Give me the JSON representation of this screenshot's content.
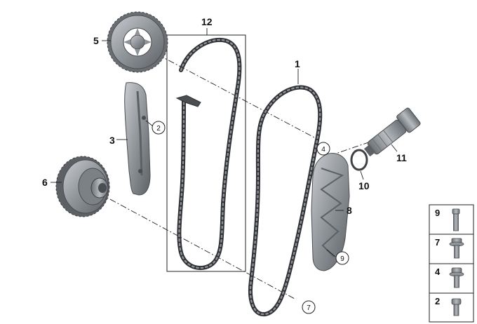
{
  "callouts": [
    {
      "id": "c1",
      "label": "1"
    },
    {
      "id": "c3",
      "label": "3"
    },
    {
      "id": "c5",
      "label": "5"
    },
    {
      "id": "c6",
      "label": "6"
    },
    {
      "id": "c8",
      "label": "8"
    },
    {
      "id": "c10",
      "label": "10"
    },
    {
      "id": "c11",
      "label": "11"
    },
    {
      "id": "c12",
      "label": "12"
    }
  ],
  "circled_callouts": [
    {
      "id": "k2",
      "label": "2"
    },
    {
      "id": "k4",
      "label": "4"
    },
    {
      "id": "k7",
      "label": "7"
    },
    {
      "id": "k9",
      "label": "9"
    }
  ],
  "legend": [
    {
      "id": "l9",
      "label": "9"
    },
    {
      "id": "l7",
      "label": "7"
    },
    {
      "id": "l4",
      "label": "4"
    },
    {
      "id": "l2",
      "label": "2"
    }
  ],
  "colors": {
    "part": "#8f9499",
    "part_dark": "#5d6166",
    "chain": "#2f3134",
    "line": "#222222"
  }
}
